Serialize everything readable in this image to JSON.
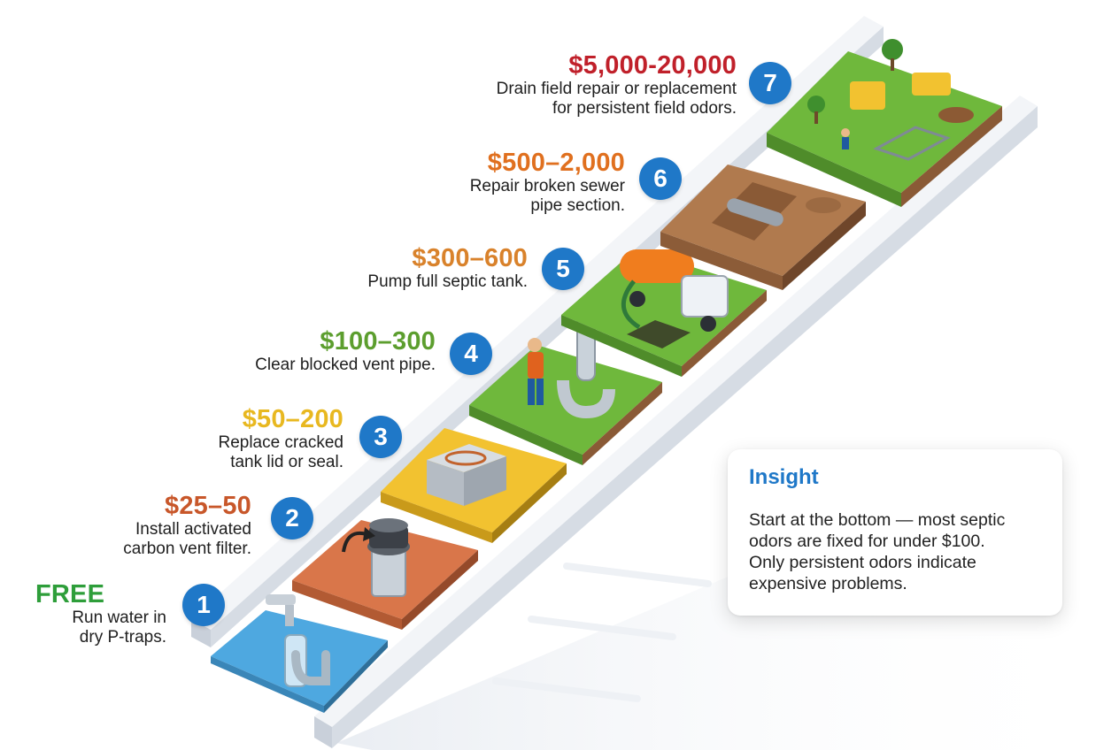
{
  "steps": [
    {
      "number": "1",
      "price": "FREE",
      "price_color": "#2e9e3a",
      "description": "Run water in\ndry P-traps."
    },
    {
      "number": "2",
      "price": "$25–50",
      "price_color": "#c8572a",
      "description": "Install activated\ncarbon vent filter."
    },
    {
      "number": "3",
      "price": "$50–200",
      "price_color": "#e8b820",
      "description": "Replace cracked\ntank lid or seal."
    },
    {
      "number": "4",
      "price": "$100–300",
      "price_color": "#5c9e2e",
      "description": "Clear blocked vent pipe."
    },
    {
      "number": "5",
      "price": "$300–600",
      "price_color": "#d9822b",
      "description": "Pump full septic tank."
    },
    {
      "number": "6",
      "price": "$500–2,000",
      "price_color": "#e0701f",
      "description": "Repair broken sewer\npipe section."
    },
    {
      "number": "7",
      "price": "$5,000-20,000",
      "price_color": "#c0202a",
      "description": "Drain field repair or replacement\nfor persistent field odors."
    }
  ],
  "insight": {
    "title": "Insight",
    "body": "Start at the bottom — most septic\nodors are fixed for under $100.\nOnly persistent odors indicate\nexpensive problems."
  },
  "colors": {
    "badge": "#1f78c8",
    "ladder_rail": "#e8ecf2",
    "water": "#4ea8e0",
    "terracotta": "#d9764a",
    "yellow": "#f2c230",
    "grass": "#6fb83c",
    "dirt": "#b07a4e"
  }
}
